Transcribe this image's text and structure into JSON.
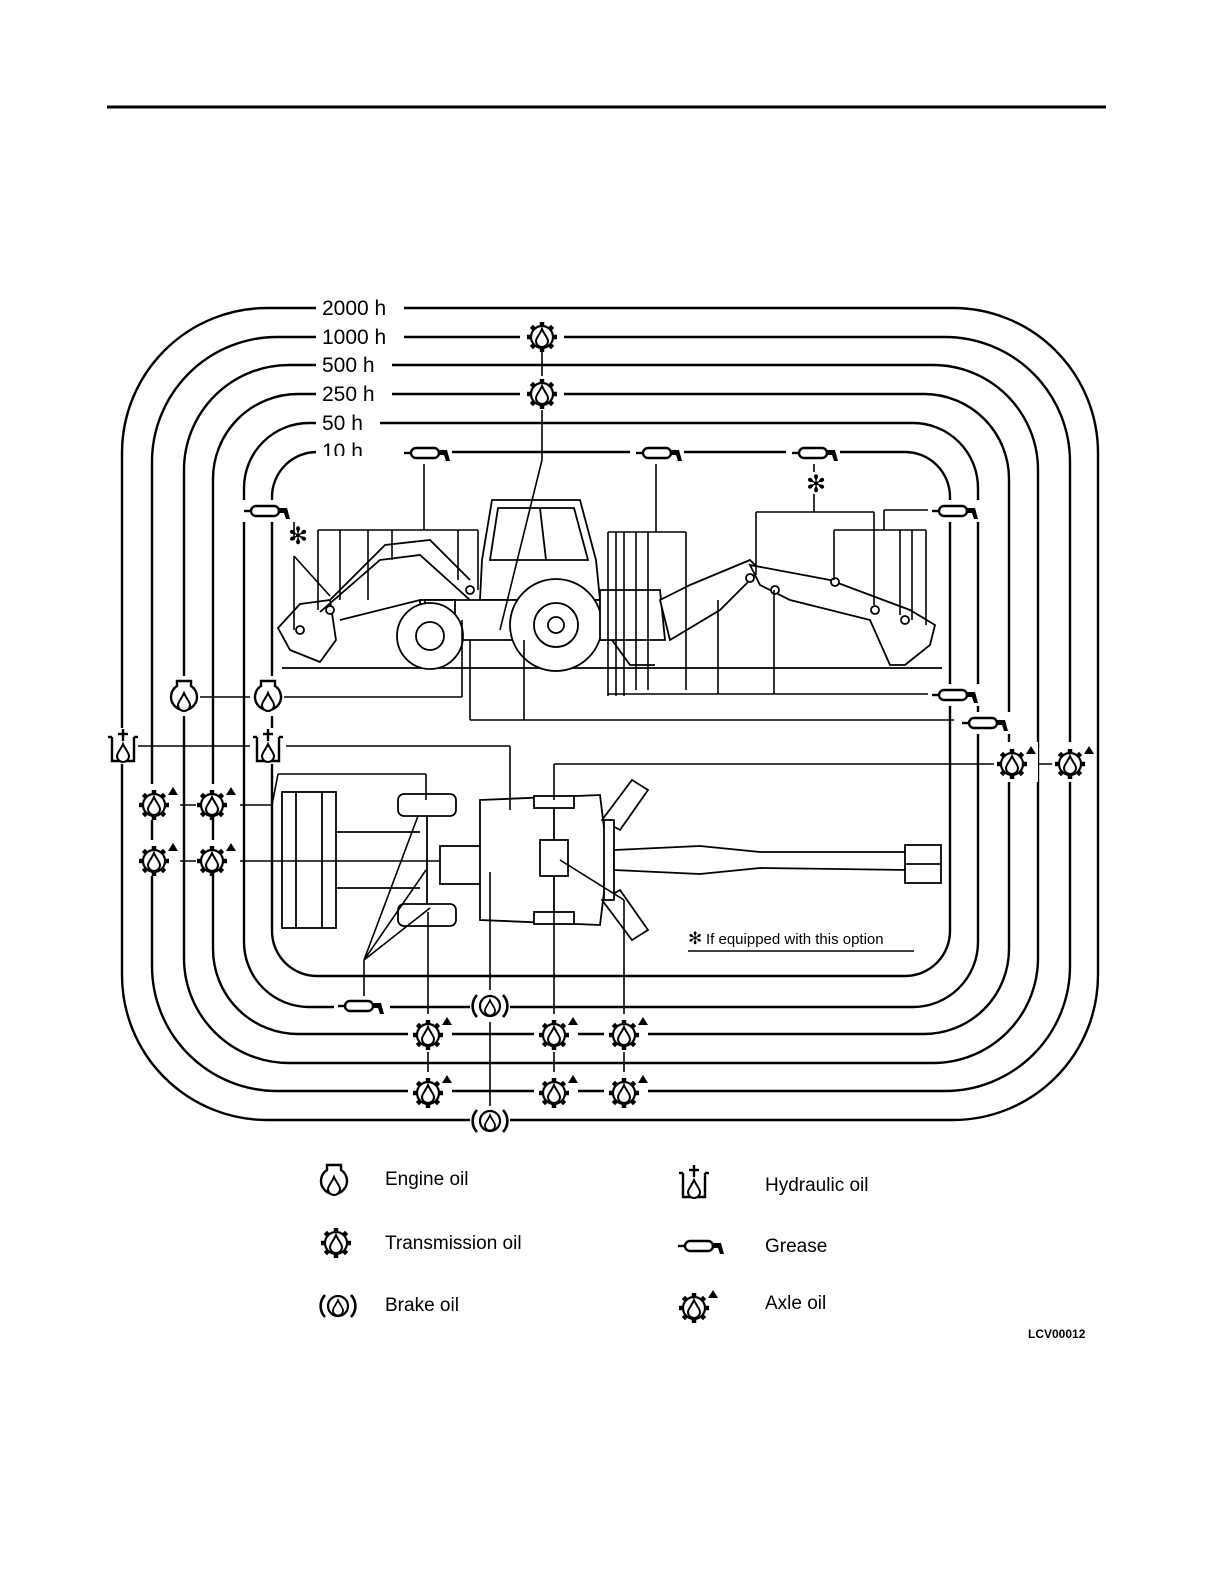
{
  "intervals": [
    {
      "label": "2000 h"
    },
    {
      "label": "1000 h"
    },
    {
      "label": "500 h"
    },
    {
      "label": "250 h"
    },
    {
      "label": "50 h"
    },
    {
      "label": "10 h"
    }
  ],
  "option_mark": "✻",
  "option_note": "If equipped with this option",
  "legend": [
    {
      "icon": "engine-oil-icon",
      "label": "Engine oil"
    },
    {
      "icon": "transmission-oil-icon",
      "label": "Transmission oil"
    },
    {
      "icon": "brake-oil-icon",
      "label": "Brake oil"
    },
    {
      "icon": "hydraulic-oil-icon",
      "label": "Hydraulic oil"
    },
    {
      "icon": "grease-icon",
      "label": "Grease"
    },
    {
      "icon": "axle-oil-icon",
      "label": "Axle oil"
    }
  ],
  "figure_code": "LCV00012"
}
